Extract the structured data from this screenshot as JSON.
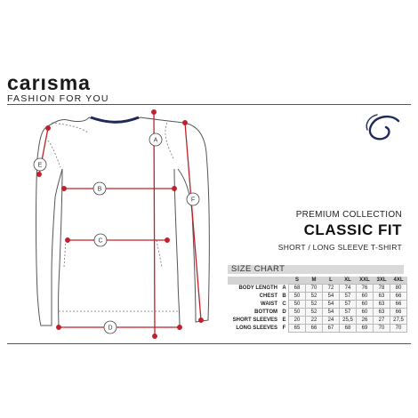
{
  "brand": {
    "name": "carısma",
    "tagline": "FASHION FOR YOU"
  },
  "logo_icon": "swirl-logo-icon",
  "colors": {
    "measure_line": "#c0202a",
    "garment_outline": "#555555",
    "collar": "#1f2a5a"
  },
  "title": {
    "collection": "PREMIUM COLLECTION",
    "fit": "CLASSIC FIT",
    "style": "SHORT / LONG SLEEVE T-SHIRT"
  },
  "size_chart": {
    "title": "SIZE CHART",
    "sizes": [
      "S",
      "M",
      "L",
      "XL",
      "XXL",
      "3XL",
      "4XL"
    ],
    "rows": [
      {
        "name": "BODY LENGTH",
        "code": "A",
        "values": [
          "68",
          "70",
          "72",
          "74",
          "76",
          "78",
          "80"
        ]
      },
      {
        "name": "CHEST",
        "code": "B",
        "values": [
          "50",
          "52",
          "54",
          "57",
          "60",
          "63",
          "66"
        ]
      },
      {
        "name": "WAIST",
        "code": "C",
        "values": [
          "50",
          "52",
          "54",
          "57",
          "60",
          "63",
          "66"
        ]
      },
      {
        "name": "BOTTOM",
        "code": "D",
        "values": [
          "50",
          "52",
          "54",
          "57",
          "60",
          "63",
          "66"
        ]
      },
      {
        "name": "SHORT SLEEVES",
        "code": "E",
        "values": [
          "20",
          "22",
          "24",
          "25,5",
          "26",
          "27",
          "27,5"
        ]
      },
      {
        "name": "LONG SLEEVES",
        "code": "F",
        "values": [
          "65",
          "66",
          "67",
          "68",
          "69",
          "70",
          "70"
        ]
      }
    ]
  },
  "markers": {
    "a": "A",
    "b": "B",
    "c": "C",
    "d": "D",
    "e": "E",
    "f": "F"
  }
}
